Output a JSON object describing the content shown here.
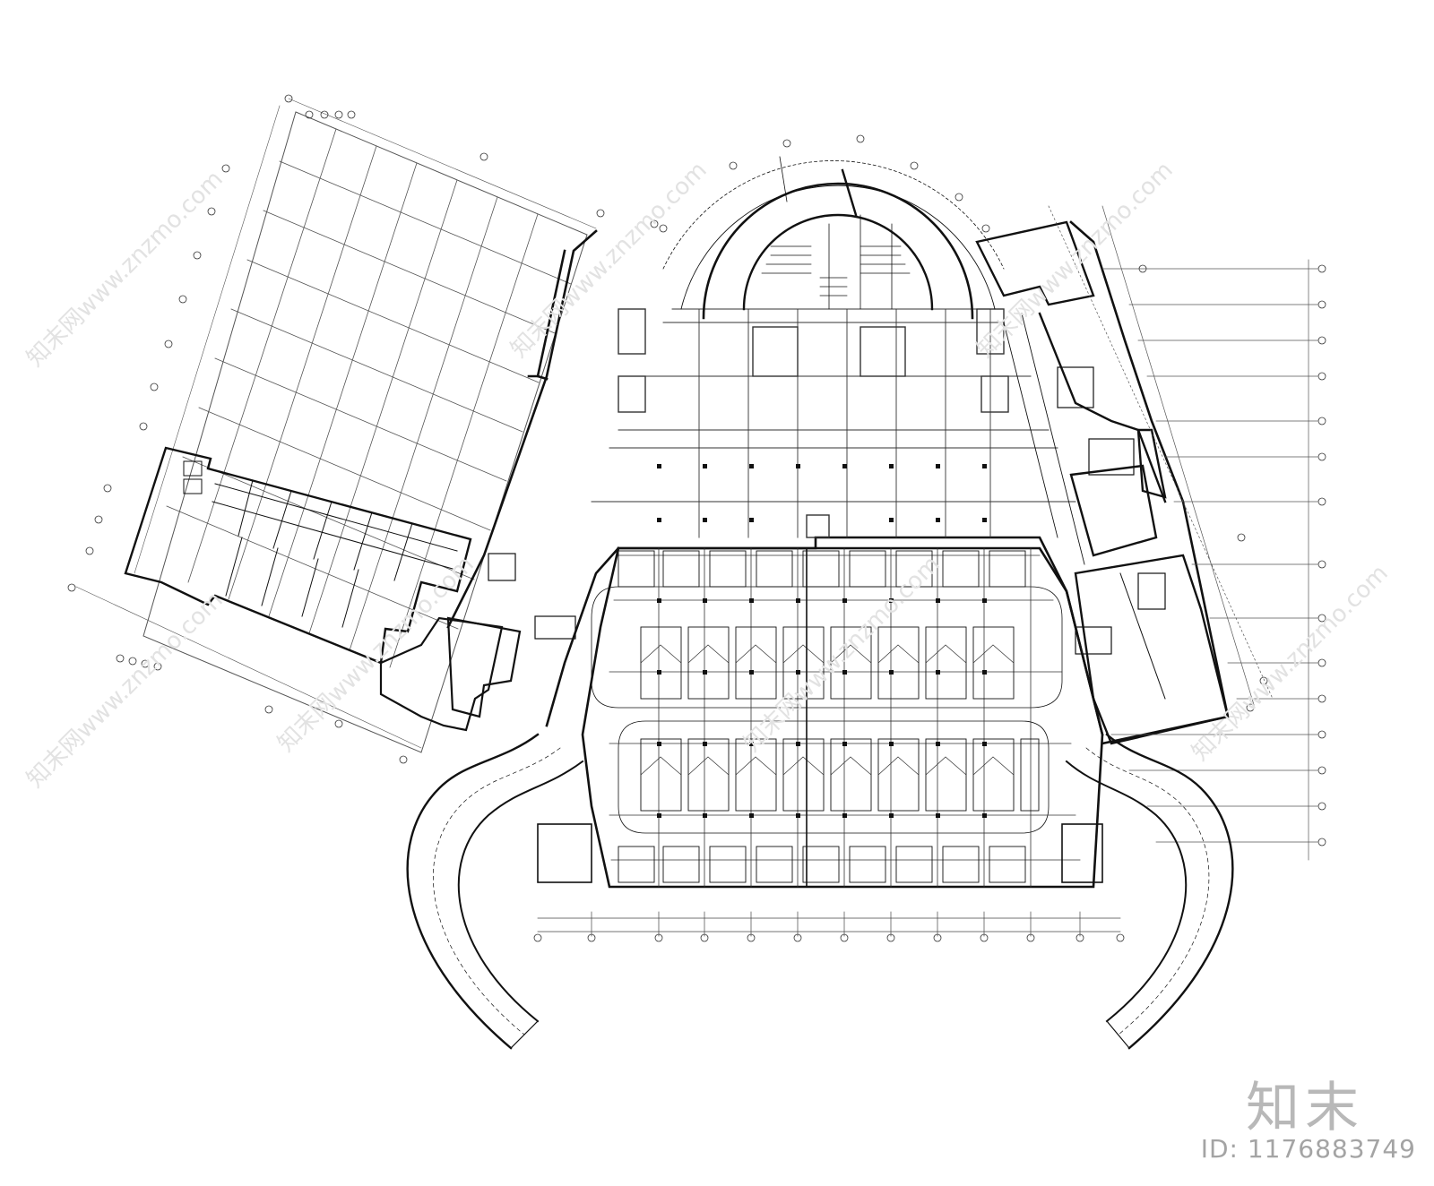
{
  "drawing": {
    "type": "architectural-floor-plan",
    "line_color": "#111111",
    "grid_color": "#666666",
    "background": "#ffffff"
  },
  "watermark": {
    "brand": "知末",
    "id_label": "ID: 1176883749",
    "tile_text": "知末网www.znzmo.com",
    "color": "#b8b8b8"
  }
}
